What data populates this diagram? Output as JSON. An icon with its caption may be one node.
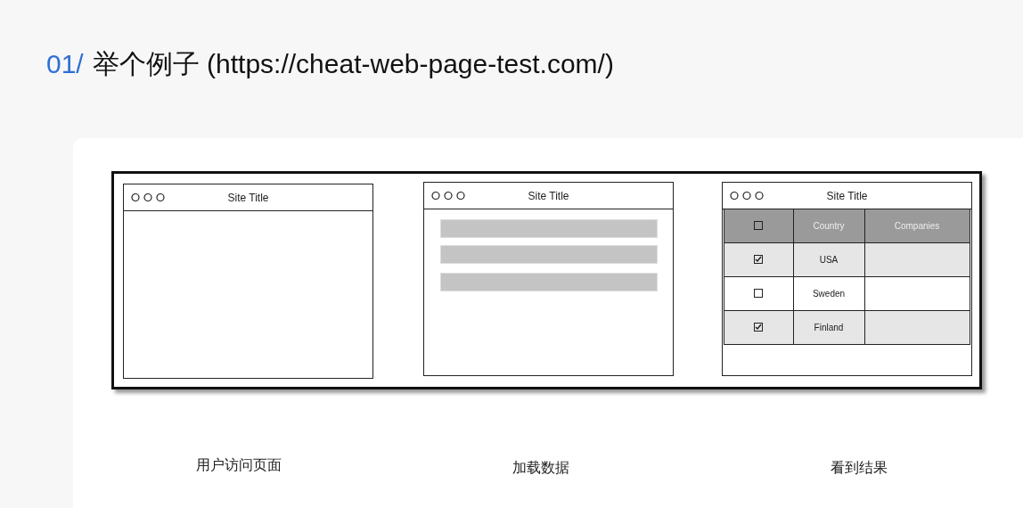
{
  "diagram": {
    "title": "01/ 举个例子 (https://cheat-web-page-test.com/)",
    "nodes": [
      {
        "text": [
          "Site Title"
        ]
      },
      {
        "text": [
          "Site Title"
        ]
      },
      {
        "text": [],
        "shape": "bar",
        "in": 1
      },
      {
        "text": [],
        "shape": "bar",
        "in": 1
      },
      {
        "text": [],
        "shape": "bar",
        "in": 1
      },
      {
        "text": [
          "Site Title"
        ]
      }
    ],
    "labels": [
      "Country",
      "Companies",
      "USA",
      "Sweden",
      "Finland",
      "用户访问页面",
      "加载数据",
      "看到结果"
    ]
  }
}
